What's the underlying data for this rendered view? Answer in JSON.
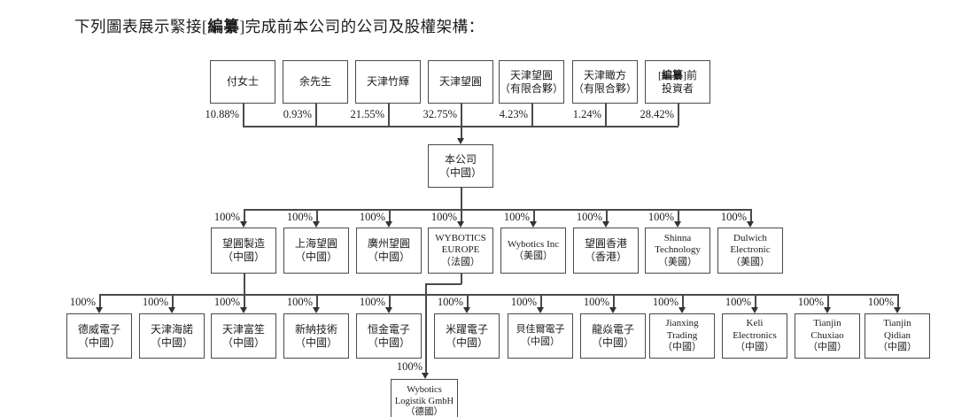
{
  "title": {
    "pre": "下列圖表展示緊接[",
    "redacted": "編纂",
    "post": "]完成前本公司的公司及股權架構："
  },
  "diagram": {
    "shareholders": [
      {
        "name": "付女士",
        "ownership": "10.88%"
      },
      {
        "name": "余先生",
        "ownership": "0.93%"
      },
      {
        "name": "天津竹輝",
        "ownership": "21.55%"
      },
      {
        "name": "天津望圓",
        "ownership": "32.75%"
      },
      {
        "name": "天津望圓\n（有限合夥）",
        "ownership": "4.23%"
      },
      {
        "name": "天津瞰方\n（有限合夥）",
        "ownership": "1.24%"
      },
      {
        "name_pre": "[",
        "name_redacted": "編纂",
        "name_post": "]前\n投資者",
        "ownership": "28.42%"
      }
    ],
    "company": {
      "name": "本公司\n（中國）"
    },
    "subsidiaries": [
      {
        "name": "望圓製造\n（中國）",
        "ownership": "100%"
      },
      {
        "name": "上海望圓\n（中國）",
        "ownership": "100%"
      },
      {
        "name": "廣州望圓\n（中國）",
        "ownership": "100%"
      },
      {
        "name": "WYBOTICS\nEUROPE\n（法國）",
        "ownership": "100%"
      },
      {
        "name": "Wybotics Inc\n（美國）",
        "ownership": "100%"
      },
      {
        "name": "望圓香港\n（香港）",
        "ownership": "100%"
      },
      {
        "name": "Shinna\nTechnology\n（美國）",
        "ownership": "100%"
      },
      {
        "name": "Dulwich\nElectronic\n（美國）",
        "ownership": "100%"
      }
    ],
    "sub_subsidiaries": [
      {
        "name": "德威電子\n（中國）",
        "ownership": "100%"
      },
      {
        "name": "天津海諾\n（中國）",
        "ownership": "100%"
      },
      {
        "name": "天津富笙\n（中國）",
        "ownership": "100%"
      },
      {
        "name": "新納技術\n（中國）",
        "ownership": "100%"
      },
      {
        "name": "恒金電子\n（中國）",
        "ownership": "100%"
      },
      {
        "name": "米躍電子\n（中國）",
        "ownership": "100%"
      },
      {
        "name": "貝佳爾電子\n（中國）",
        "ownership": "100%"
      },
      {
        "name": "龍焱電子\n（中國）",
        "ownership": "100%"
      },
      {
        "name": "Jianxing\nTrading\n（中國）",
        "ownership": "100%"
      },
      {
        "name": "Keli\nElectronics\n（中國）",
        "ownership": "100%"
      },
      {
        "name": "Tianjin\nChuxiao\n（中國）",
        "ownership": "100%"
      },
      {
        "name": "Tianjin\nQidian\n（中國）",
        "ownership": "100%"
      }
    ],
    "europe_subsidiary": {
      "name": "Wybotics\nLogistik GmbH\n（德國）",
      "ownership": "100%"
    }
  }
}
